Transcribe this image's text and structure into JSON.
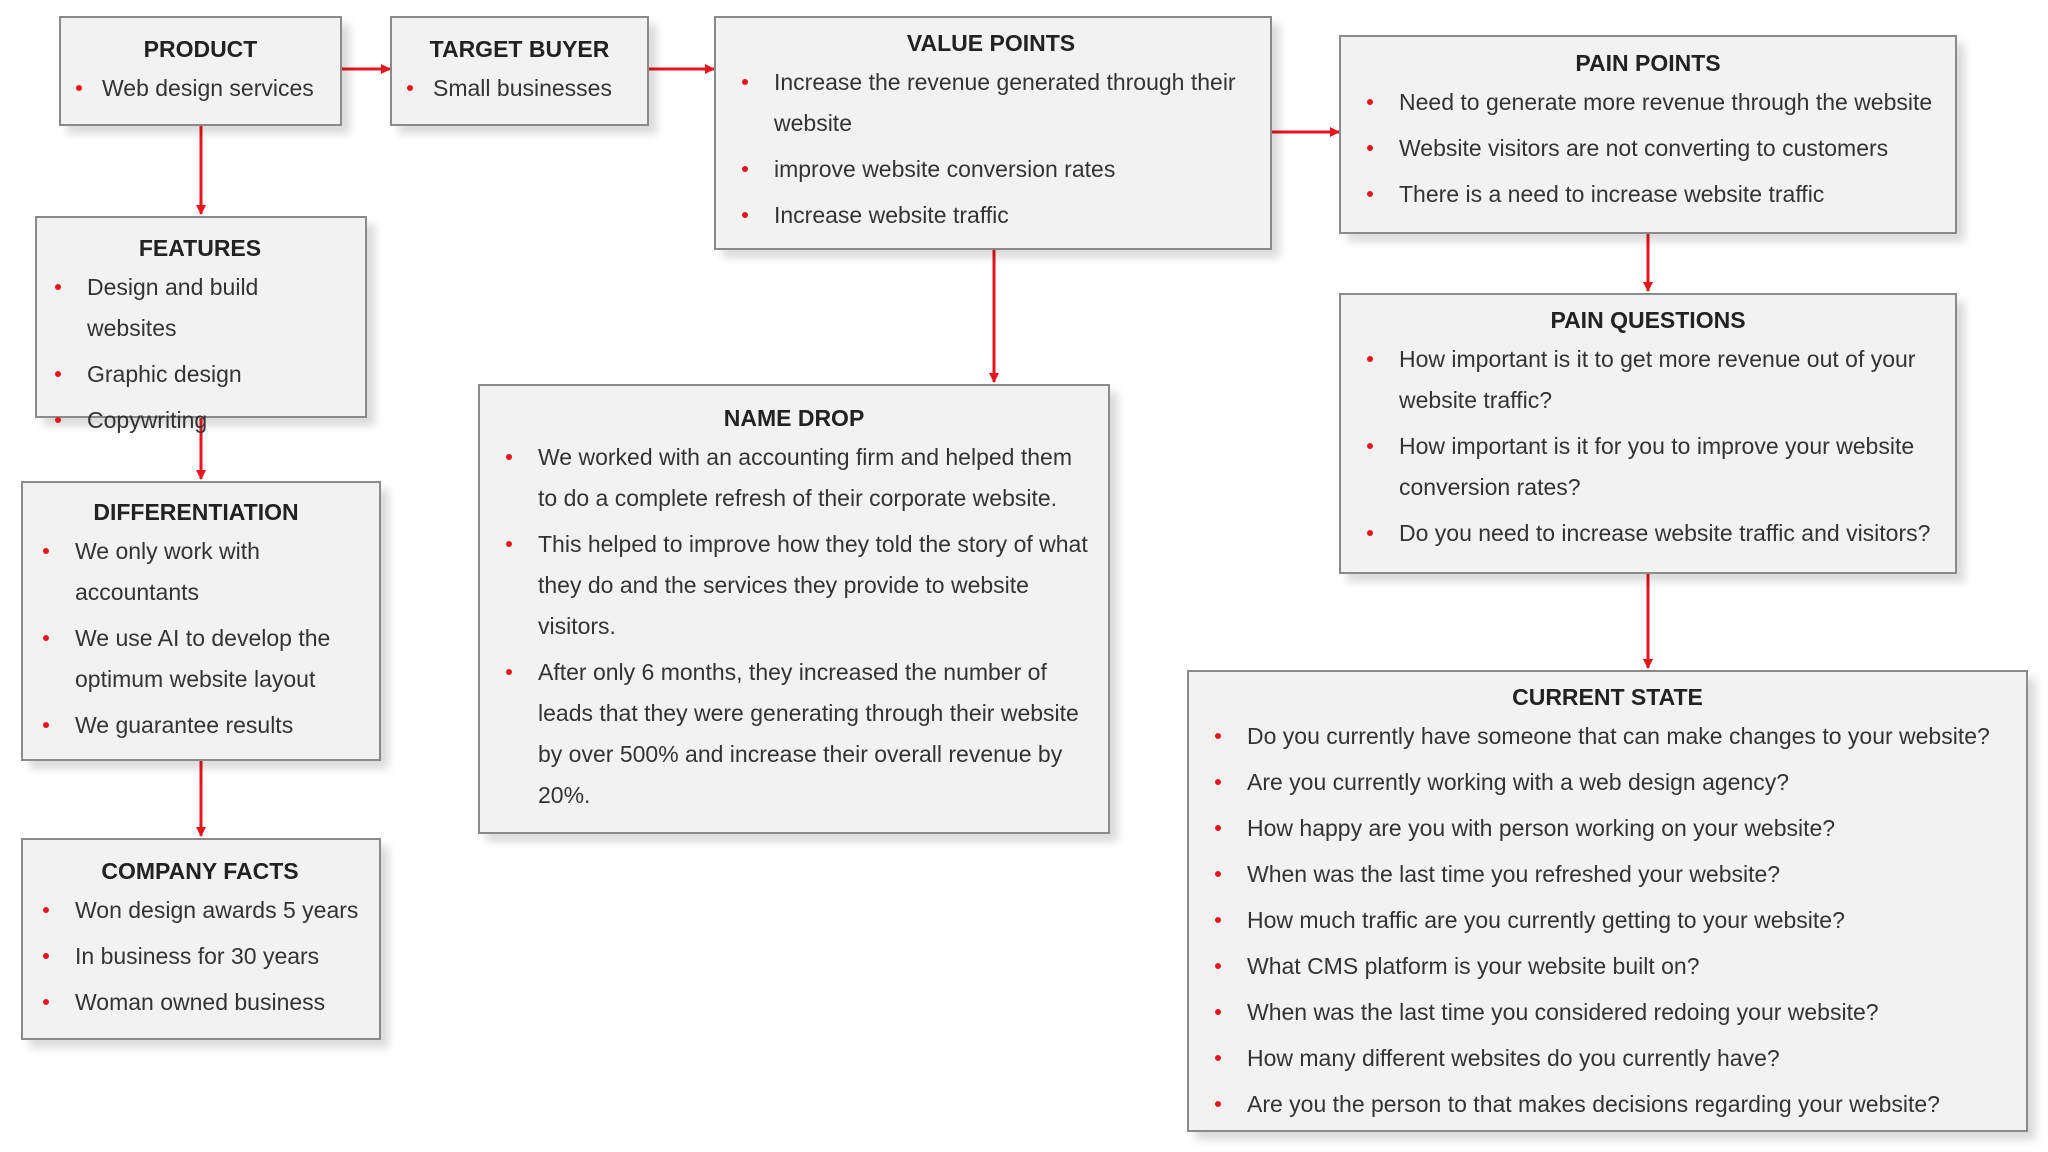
{
  "colors": {
    "arrow": "#e8141c",
    "bullet": "#e8141c",
    "box_fill": "#f2f2f2",
    "box_border": "#8a8a8a"
  },
  "product": {
    "title": "PRODUCT",
    "items": [
      "Web design services"
    ]
  },
  "target_buyer": {
    "title": "TARGET BUYER",
    "items": [
      "Small businesses"
    ]
  },
  "value_points": {
    "title": "VALUE POINTS",
    "items": [
      "Increase the revenue generated through their website",
      "improve website conversion rates",
      "Increase website traffic"
    ]
  },
  "pain_points": {
    "title": "PAIN POINTS",
    "items": [
      "Need to generate more revenue through the website",
      "Website visitors are not converting to customers",
      "There is a need to increase website traffic"
    ]
  },
  "features": {
    "title": "FEATURES",
    "items": [
      "Design and build websites",
      "Graphic design",
      "Copywriting"
    ]
  },
  "pain_questions": {
    "title": "PAIN QUESTIONS",
    "items": [
      "How important is it to get more revenue out of your website traffic?",
      "How important is it for you to improve your website conversion rates?",
      "Do you need to increase website traffic and visitors?"
    ]
  },
  "name_drop": {
    "title": "NAME DROP",
    "items": [
      "We worked with an accounting firm and helped them to do a complete refresh of their corporate website.",
      "This helped to improve how they told the story of what they do and the services they provide to website visitors.",
      "After only 6 months, they increased the number of leads that they were generating through their website by over 500% and increase their overall revenue by 20%."
    ]
  },
  "differentiation": {
    "title": "DIFFERENTIATION",
    "items": [
      "We only work with accountants",
      "We use AI to develop the optimum website layout",
      "We guarantee results"
    ]
  },
  "current_state": {
    "title": "CURRENT STATE",
    "items": [
      "Do you currently have someone that can make changes to your website?",
      "Are you currently working with a web design agency?",
      "How happy are you with person working on your website?",
      "When was the last time you refreshed your website?",
      "How much traffic are you currently getting to your website?",
      "What CMS platform is your website built on?",
      "When was the last time you considered redoing your website?",
      "How many different websites do you currently have?",
      "Are you the person to that makes decisions regarding your website?"
    ]
  },
  "company_facts": {
    "title": "COMPANY FACTS",
    "items": [
      "Won design awards 5 years",
      "In business for 30 years",
      "Woman owned business"
    ]
  }
}
